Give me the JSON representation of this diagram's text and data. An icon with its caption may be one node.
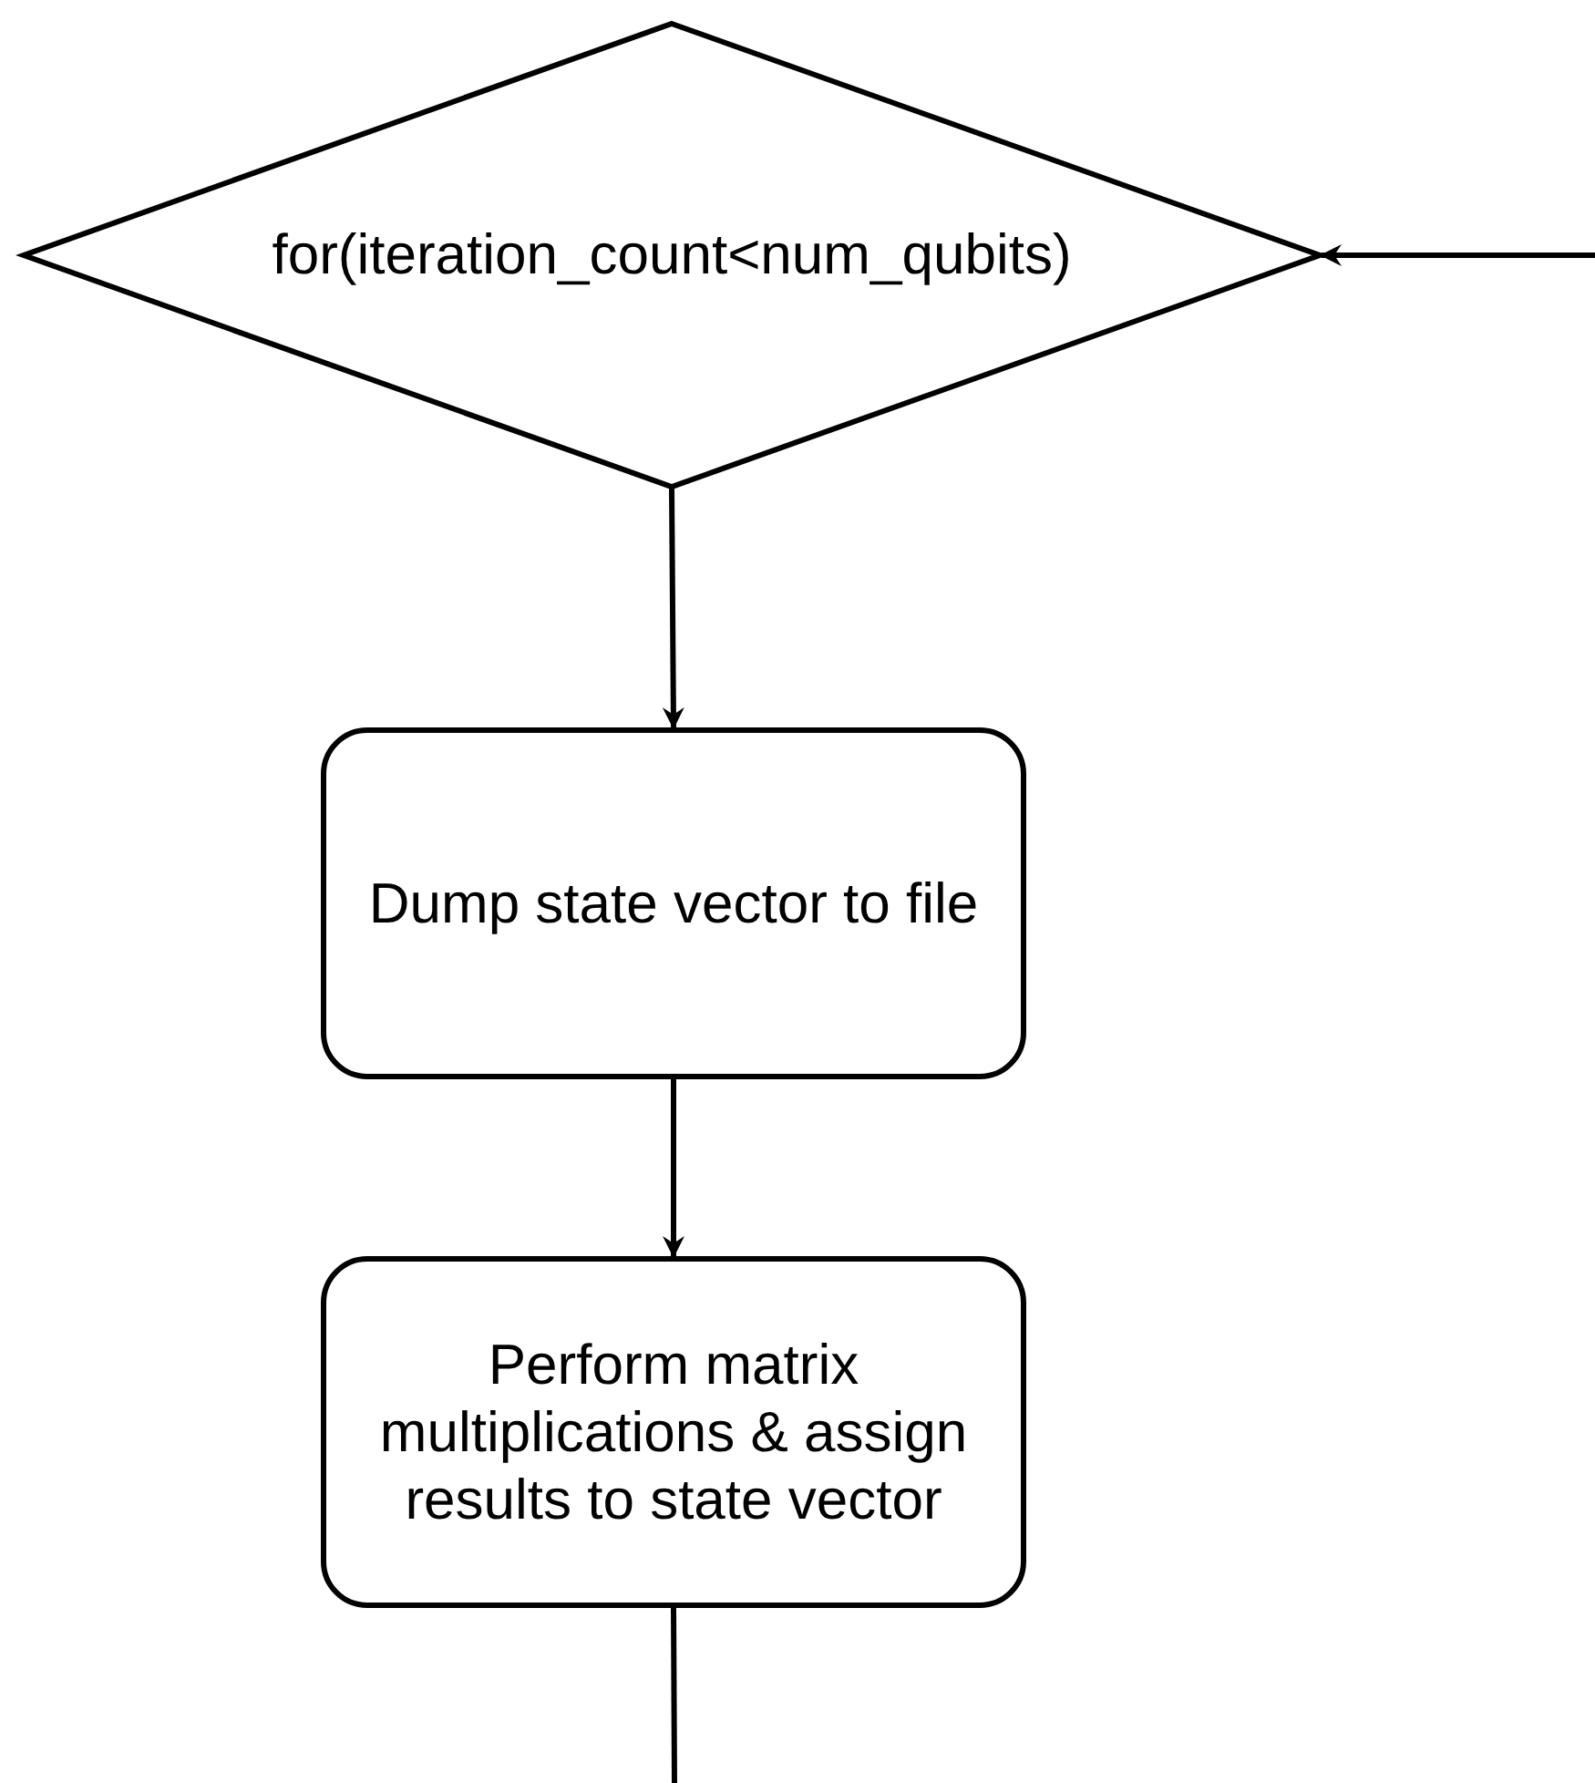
{
  "diagram": {
    "nodes": [
      {
        "text": [
          "for(iteration_count<num_qubits)"
        ]
      },
      {
        "text": [
          "Dump state vector to file"
        ]
      },
      {
        "text": [
          "Perform matrix multiplications & assign results to state vector"
        ]
      }
    ],
    "edges": [
      {
        "from": null,
        "to": 0,
        "arrow": "to"
      },
      {
        "from": 0,
        "to": 1,
        "arrow": "to"
      },
      {
        "from": 1,
        "to": 2,
        "arrow": "to"
      },
      {
        "from": 2,
        "to": null,
        "arrow": "none"
      }
    ]
  }
}
